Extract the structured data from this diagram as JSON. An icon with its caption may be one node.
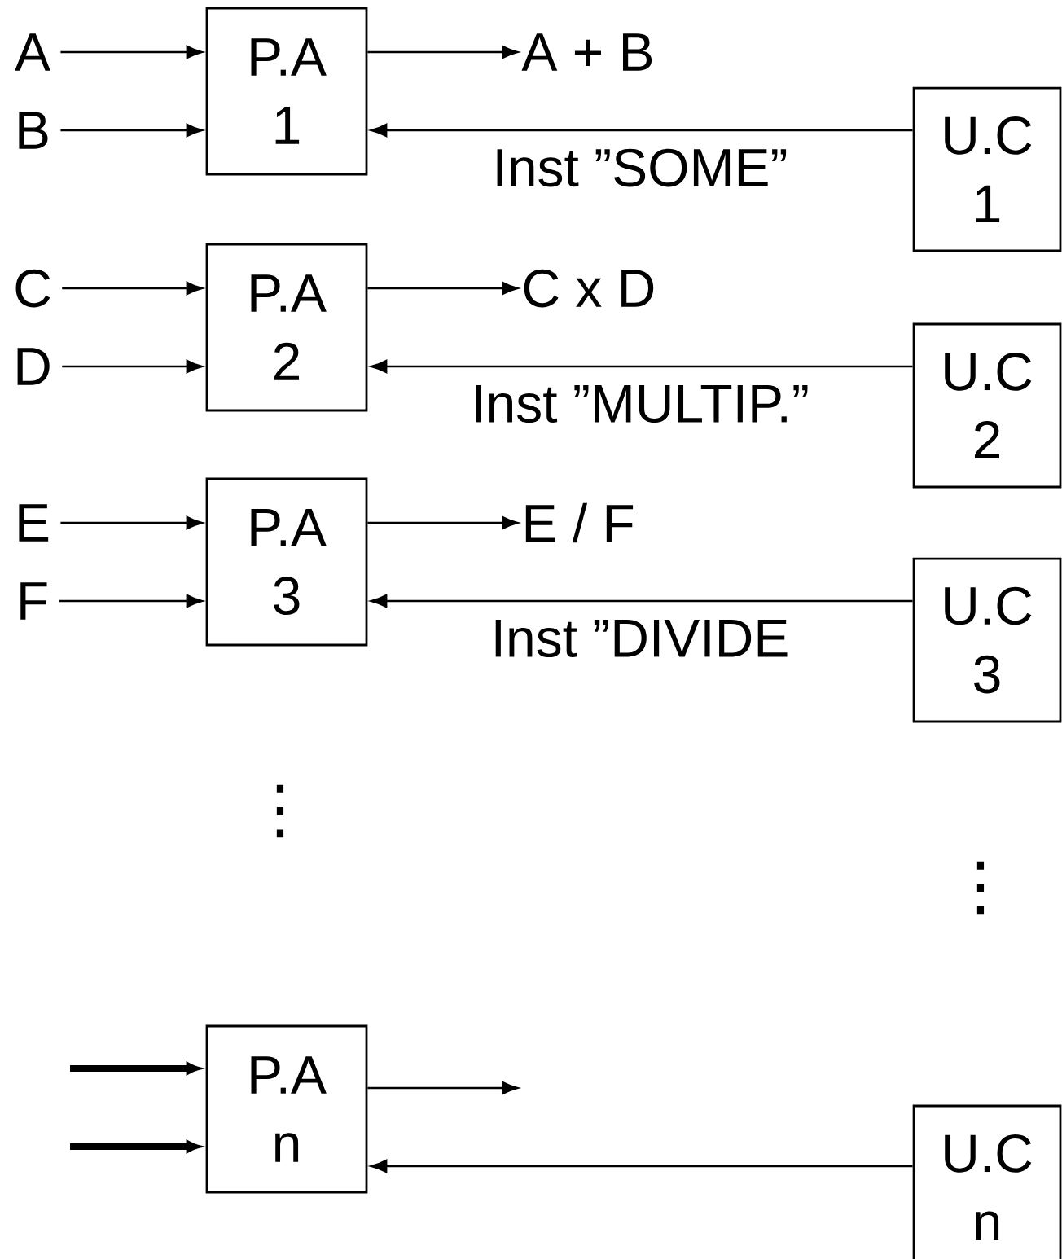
{
  "diagram": {
    "nodes": [
      {
        "text": [
          "A"
        ]
      },
      {
        "text": [
          "B"
        ]
      },
      {
        "text": [
          "P.A 1"
        ]
      },
      {
        "text": [
          "A + B"
        ]
      },
      {
        "text": [
          "U.C 1"
        ]
      },
      {
        "text": [
          "C"
        ]
      },
      {
        "text": [
          "D"
        ]
      },
      {
        "text": [
          "P.A 2"
        ]
      },
      {
        "text": [
          "C x D"
        ]
      },
      {
        "text": [
          "U.C 2"
        ]
      },
      {
        "text": [
          "E"
        ]
      },
      {
        "text": [
          "F"
        ]
      },
      {
        "text": [
          "P.A 3"
        ]
      },
      {
        "text": [
          "E / F"
        ]
      },
      {
        "text": [
          "U.C 3"
        ]
      },
      {
        "text": [
          "P.A n"
        ]
      },
      {
        "text": [
          "U.C n"
        ]
      }
    ],
    "edges": [
      {
        "from": 0,
        "to": 2,
        "arrow": "to"
      },
      {
        "from": 1,
        "to": 2,
        "arrow": "to"
      },
      {
        "from": 2,
        "to": 3,
        "arrow": "to"
      },
      {
        "from": 4,
        "to": 2,
        "arrow": "to",
        "label": "Inst ”SOME”"
      },
      {
        "from": 5,
        "to": 7,
        "arrow": "to"
      },
      {
        "from": 6,
        "to": 7,
        "arrow": "to"
      },
      {
        "from": 7,
        "to": 8,
        "arrow": "to"
      },
      {
        "from": 9,
        "to": 7,
        "arrow": "to",
        "label": "Inst ”MULTIP.”"
      },
      {
        "from": 10,
        "to": 12,
        "arrow": "to"
      },
      {
        "from": 11,
        "to": 12,
        "arrow": "to"
      },
      {
        "from": 12,
        "to": 13,
        "arrow": "to"
      },
      {
        "from": 14,
        "to": 12,
        "arrow": "to",
        "label": "Inst ”DIVIDE"
      },
      {
        "from": null,
        "to": 15,
        "arrow": "to",
        "style": "thick"
      },
      {
        "from": null,
        "to": 15,
        "arrow": "to",
        "style": "thick"
      },
      {
        "from": 15,
        "to": null,
        "arrow": "to"
      },
      {
        "from": 16,
        "to": 15,
        "arrow": "to"
      }
    ],
    "labels": [
      "⋮",
      "⋮"
    ]
  }
}
